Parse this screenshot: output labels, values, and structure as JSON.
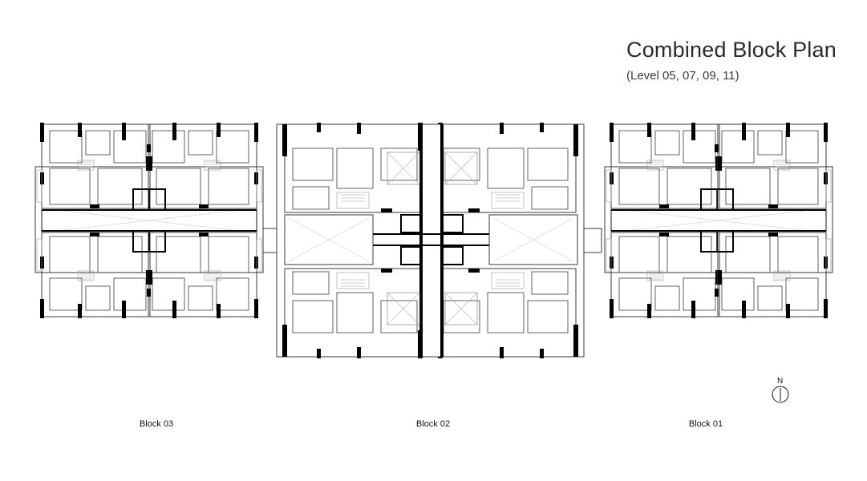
{
  "header": {
    "title": "Combined Block Plan",
    "subtitle": "(Level 05, 07, 09, 11)"
  },
  "blocks": [
    {
      "label": "Block 03"
    },
    {
      "label": "Block 02"
    },
    {
      "label": "Block 01"
    }
  ],
  "compass": {
    "label": "N"
  },
  "colors": {
    "line": "#3a3a3a",
    "wall": "#000000",
    "thin": "#9a9a9a"
  }
}
